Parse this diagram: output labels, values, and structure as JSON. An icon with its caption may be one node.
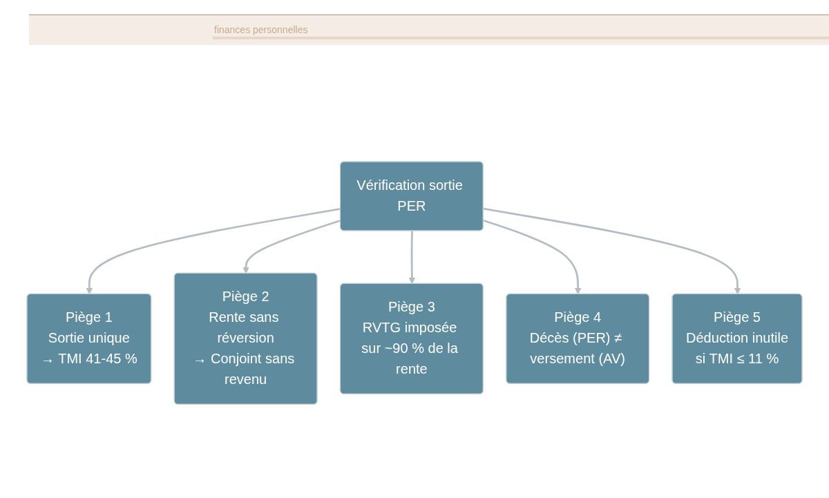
{
  "diagram": {
    "nodes": [
      {
        "text": [
          "Vérification sortie PER"
        ]
      },
      {
        "text": [
          "Piège 1",
          "Sortie unique",
          "→ TMI 41-45 %"
        ]
      },
      {
        "text": [
          "Piège 2",
          "Rente sans réversion",
          "→ Conjoint sans revenu"
        ]
      },
      {
        "text": [
          "Piège 3",
          "RVTG imposée sur ~90 % de la rente"
        ]
      },
      {
        "text": [
          "Piège 4",
          "Décès (PER) ≠ versement (AV)"
        ]
      },
      {
        "text": [
          "Piège 5",
          "Déduction inutile",
          "si TMI ≤ 11 %"
        ]
      }
    ],
    "edges": [
      {
        "from": 0,
        "to": 1,
        "arrow": "to"
      },
      {
        "from": 0,
        "to": 2,
        "arrow": "to"
      },
      {
        "from": 0,
        "to": 3,
        "arrow": "to"
      },
      {
        "from": 0,
        "to": 4,
        "arrow": "to"
      },
      {
        "from": 0,
        "to": 5,
        "arrow": "to"
      }
    ],
    "labels": [
      "finances personnelles"
    ]
  }
}
